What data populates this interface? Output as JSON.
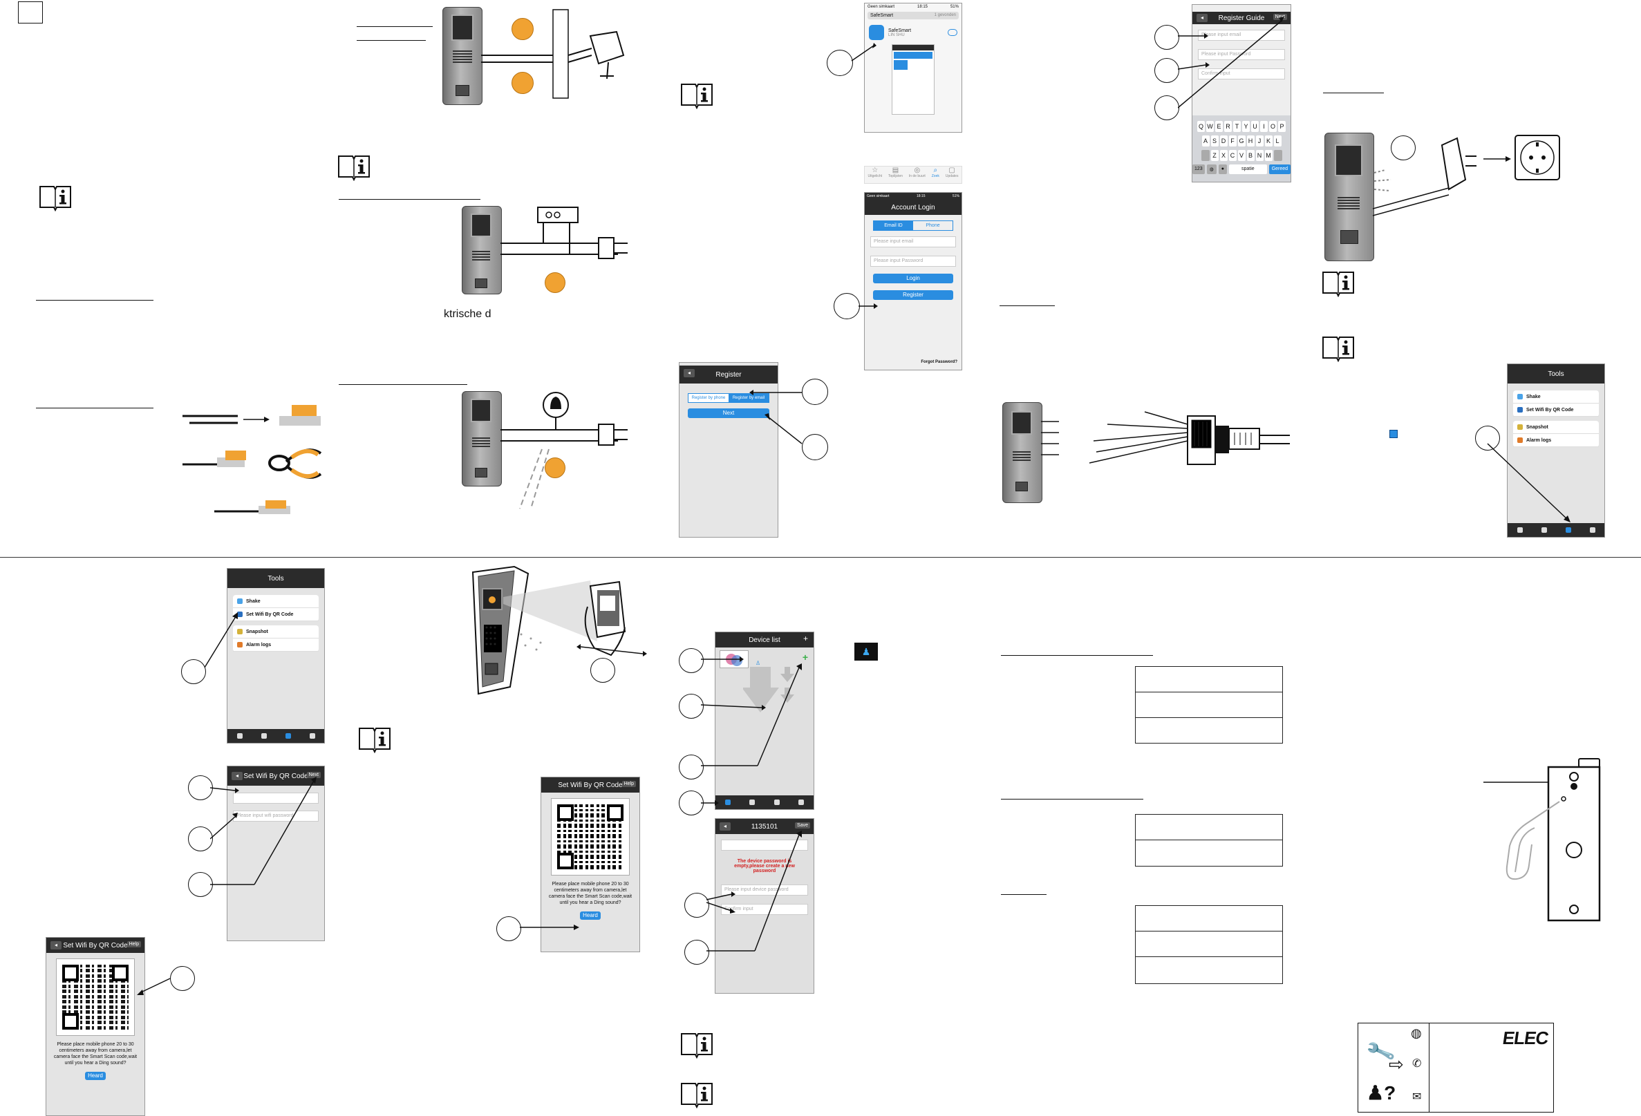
{
  "texts": {
    "fragment_text": "ktrische d"
  },
  "phones": {
    "register_guide": {
      "title": "Register Guide",
      "next": "Next",
      "email_ph": "Please input email",
      "password_ph": "Please input Password",
      "confirm_ph": "Confirm input"
    },
    "keyboard": {
      "row1": [
        "Q",
        "W",
        "E",
        "R",
        "T",
        "Y",
        "U",
        "I",
        "O",
        "P"
      ],
      "row2": [
        "A",
        "S",
        "D",
        "F",
        "G",
        "H",
        "J",
        "K",
        "L"
      ],
      "row3": [
        "Z",
        "X",
        "C",
        "V",
        "B",
        "N",
        "M"
      ],
      "num_key": "123",
      "space_key": "spatie",
      "done_key": "Gereed"
    },
    "appstore": {
      "carrier": "Geen simkaart",
      "time": "18:15",
      "battery": "51%",
      "search": "SafeSmart",
      "results": "1 gevonden",
      "app_name": "SafeSmart",
      "app_vendor": "LIN SHU"
    },
    "store_tabs": [
      "Uitgelicht",
      "Toplijsten",
      "In de buurt",
      "Zoek",
      "Updates"
    ],
    "account_login": {
      "carrier": "Geen simkaart",
      "time": "18:15",
      "battery": "51%",
      "title": "Account Login",
      "tab_email": "Email ID",
      "tab_phone": "Phone",
      "email_ph": "Please input email",
      "password_ph": "Please input Password",
      "login": "Login",
      "register": "Register",
      "forgot": "Forgot Password?"
    },
    "register": {
      "title": "Register",
      "by_phone": "Register by phone",
      "by_email": "Register by email",
      "next": "Next"
    },
    "tools": {
      "title": "Tools",
      "shake": "Shake",
      "set_wifi": "Set Wifi By QR Code",
      "snapshot": "Snapshot",
      "alarm_logs": "Alarm logs"
    },
    "set_wifi": {
      "title": "Set Wifi By QR Code",
      "next": "Next",
      "ssid_ph": "",
      "password_ph": "Please input wifi password"
    },
    "qr_screen": {
      "title": "Set Wifi By QR Code",
      "help": "Help",
      "instruction": "Please place mobile phone 20 to 30 centimeters away from camera,let camera face the Smart Scan code,wait until you hear a Ding sound?",
      "heard": "Heard"
    },
    "device_list": {
      "title": "Device list",
      "add": "+"
    },
    "device_pw": {
      "title": "1135101",
      "save": "Save",
      "warning": "The device password is empty,please create a new password",
      "pw_ph": "Please input device password",
      "confirm_ph": "Confirm input"
    }
  },
  "brand": {
    "logo": "ELEC"
  },
  "colors": {
    "accent": "#2a8de0",
    "orange": "#f0a232",
    "dark_bar": "#2b2b2b",
    "warning_red": "#d21e1e"
  }
}
